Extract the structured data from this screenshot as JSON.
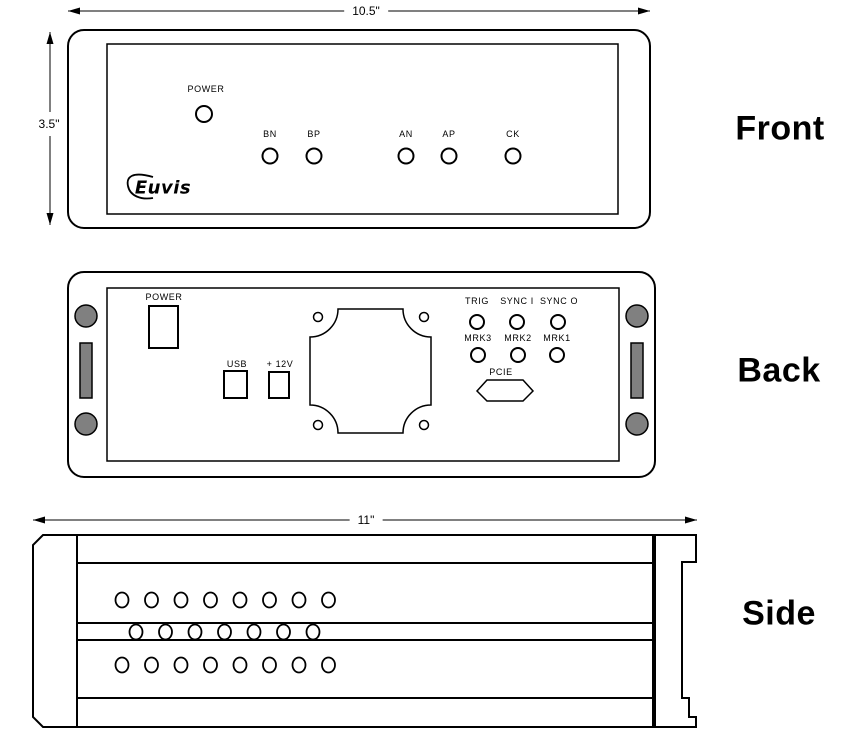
{
  "views": {
    "front": {
      "label": "Front",
      "width_dim": "10.5\"",
      "height_dim": "3.5\"",
      "power_label": "POWER",
      "logo": "Euvis",
      "leds": [
        {
          "label": "BN"
        },
        {
          "label": "BP"
        },
        {
          "label": "AN"
        },
        {
          "label": "AP"
        },
        {
          "label": "CK"
        }
      ]
    },
    "back": {
      "label": "Back",
      "power_label": "POWER",
      "usb_label": "USB",
      "v12_label": "+ 12V",
      "pcie_label": "PCIE",
      "connectors_row1": [
        "TRIG",
        "SYNC I",
        "SYNC O"
      ],
      "connectors_row2": [
        "MRK3",
        "MRK2",
        "MRK1"
      ]
    },
    "side": {
      "label": "Side",
      "width_dim": "11\""
    }
  },
  "colors": {
    "line": "#000000",
    "slot_fill": "#808080",
    "background": "#ffffff"
  }
}
